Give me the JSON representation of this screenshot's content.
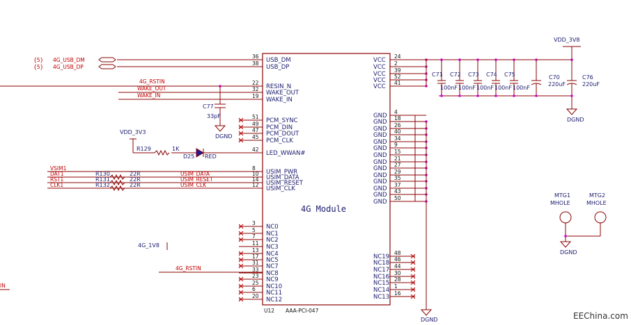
{
  "module": {
    "title": "4G  Module",
    "ref": "U12",
    "part": "AAA-PCI-047"
  },
  "left_pins": [
    {
      "num": "36",
      "name": "USB_DM"
    },
    {
      "num": "38",
      "name": "USB_DP"
    },
    {
      "num": "22",
      "name": "RESIN_N"
    },
    {
      "num": "32",
      "name": "WAKE_OUT"
    },
    {
      "num": "19",
      "name": "WAKE_IN"
    },
    {
      "num": "51",
      "name": "PCM_SYNC"
    },
    {
      "num": "49",
      "name": "PCM_DIN"
    },
    {
      "num": "47",
      "name": "PCM_DOUT"
    },
    {
      "num": "45",
      "name": "PCM_CLK"
    },
    {
      "num": "42",
      "name": "LED_WWAN#"
    },
    {
      "num": "8",
      "name": "USIM_PWR"
    },
    {
      "num": "10",
      "name": "USIM_DATA"
    },
    {
      "num": "14",
      "name": "USIM_RESET"
    },
    {
      "num": "12",
      "name": "USIM_CLK"
    },
    {
      "num": "3",
      "name": "NC0"
    },
    {
      "num": "5",
      "name": "NC1"
    },
    {
      "num": "7",
      "name": "NC2"
    },
    {
      "num": "11",
      "name": "NC3"
    },
    {
      "num": "13",
      "name": "NC4"
    },
    {
      "num": "17",
      "name": "NC5"
    },
    {
      "num": "31",
      "name": "NC7"
    },
    {
      "num": "33",
      "name": "NC8"
    },
    {
      "num": "23",
      "name": "NC9"
    },
    {
      "num": "25",
      "name": "NC10"
    },
    {
      "num": "6",
      "name": "NC11"
    },
    {
      "num": "20",
      "name": "NC12"
    }
  ],
  "right_pins": [
    {
      "num": "24",
      "name": "VCC"
    },
    {
      "num": "2",
      "name": "VCC"
    },
    {
      "num": "39",
      "name": "VCC"
    },
    {
      "num": "52",
      "name": "VCC"
    },
    {
      "num": "41",
      "name": "VCC"
    },
    {
      "num": "4",
      "name": "GND"
    },
    {
      "num": "18",
      "name": "GND"
    },
    {
      "num": "26",
      "name": "GND"
    },
    {
      "num": "40",
      "name": "GND"
    },
    {
      "num": "34",
      "name": "GND"
    },
    {
      "num": "9",
      "name": "GND"
    },
    {
      "num": "15",
      "name": "GND"
    },
    {
      "num": "21",
      "name": "GND"
    },
    {
      "num": "27",
      "name": "GND"
    },
    {
      "num": "29",
      "name": "GND"
    },
    {
      "num": "35",
      "name": "GND"
    },
    {
      "num": "37",
      "name": "GND"
    },
    {
      "num": "43",
      "name": "GND"
    },
    {
      "num": "50",
      "name": "GND"
    },
    {
      "num": "48",
      "name": "NC19"
    },
    {
      "num": "46",
      "name": "NC18"
    },
    {
      "num": "44",
      "name": "NC17"
    },
    {
      "num": "30",
      "name": "NC16"
    },
    {
      "num": "28",
      "name": "NC15"
    },
    {
      "num": "1",
      "name": "NC14"
    },
    {
      "num": "16",
      "name": "NC13"
    }
  ],
  "nets": {
    "usb_dm": "4G_USB_DM",
    "usb_dp": "4G_USB_DP",
    "sheet_ref": "{5}",
    "rstin": "4G_RSTIN",
    "wake_out": "WAKE_OUT",
    "wake_in": "WAKE_IN",
    "vsim": "VSIM1",
    "dat": "DAT1",
    "rst": "RST1",
    "clk": "CLK1",
    "vdd33": "VDD_3V3",
    "vdd38": "VDD_3V8",
    "v18": "4G_1V8",
    "dgnd": "DGND",
    "usim_data": "USIM_DATA",
    "usim_reset": "USIM_RESET",
    "usim_clk": "USIM_CLK",
    "in_stub": "IN"
  },
  "parts": {
    "c77": "C77",
    "c77v": "33pF",
    "r129": "R129",
    "r129v": "1K",
    "d25": "D25",
    "d25v": "RED",
    "r130": "R130",
    "r131": "R131",
    "r132": "R132",
    "r22": "22R",
    "c71": "C71",
    "c72": "C72",
    "c73": "C73",
    "c74": "C74",
    "c75": "C75",
    "c100": "100nF",
    "c70": "C70",
    "c76": "C76",
    "c220": "220uF",
    "mtg1": "MTG1",
    "mtg2": "MTG2",
    "mhole": "MHOLE"
  },
  "watermark": "EEChina.com"
}
